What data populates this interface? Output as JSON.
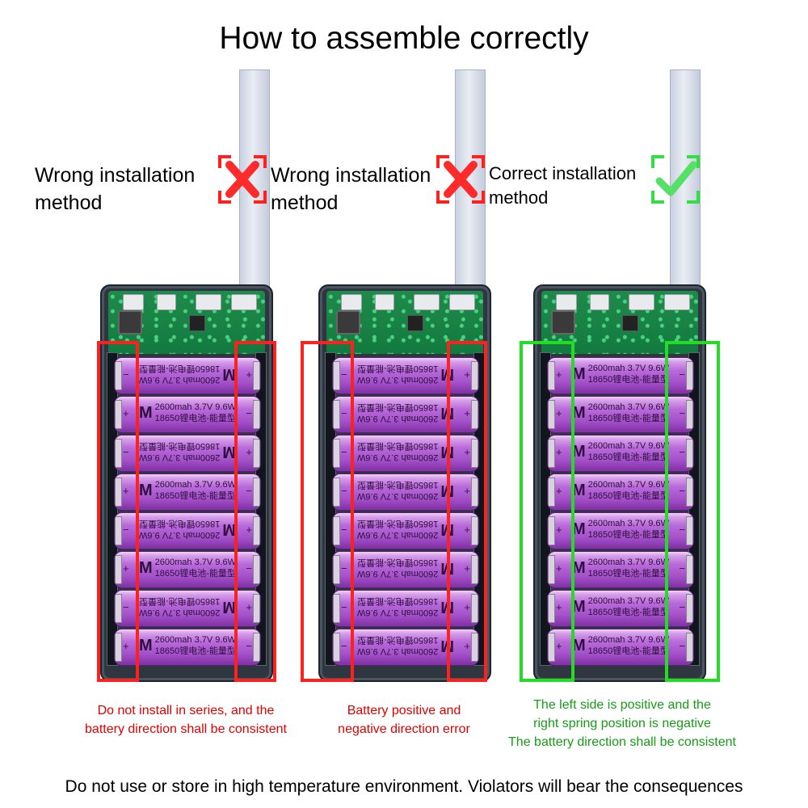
{
  "title": "How to assemble correctly",
  "footer": "Do not use or store in high temperature environment. Violators will bear the consequences",
  "colors": {
    "wrong": "#ff2020",
    "correct": "#22dd22",
    "cell": "#a450c9"
  },
  "panels": [
    {
      "label_line1": "Wrong installation",
      "label_line2": "method",
      "icon": "cross-icon",
      "caption_line1": "Do not install in series, and the",
      "caption_line2": "battery direction shall be consistent"
    },
    {
      "label_line1": "Wrong installation",
      "label_line2": "method",
      "icon": "cross-icon",
      "caption_line1": "Battery positive and",
      "caption_line2": "negative direction error"
    },
    {
      "label_line1": "Correct installation",
      "label_line2": "method",
      "icon": "check-icon",
      "caption_line1": "The left side is positive and the",
      "caption_line2": "right spring position is negative",
      "caption_line3": "The battery direction shall be consistent"
    }
  ],
  "cell": {
    "logo": "M",
    "line1": "2600mah  3.7V  9.6W",
    "line2": "18650锂电池-能量型",
    "plus": "+",
    "minus": "−"
  }
}
